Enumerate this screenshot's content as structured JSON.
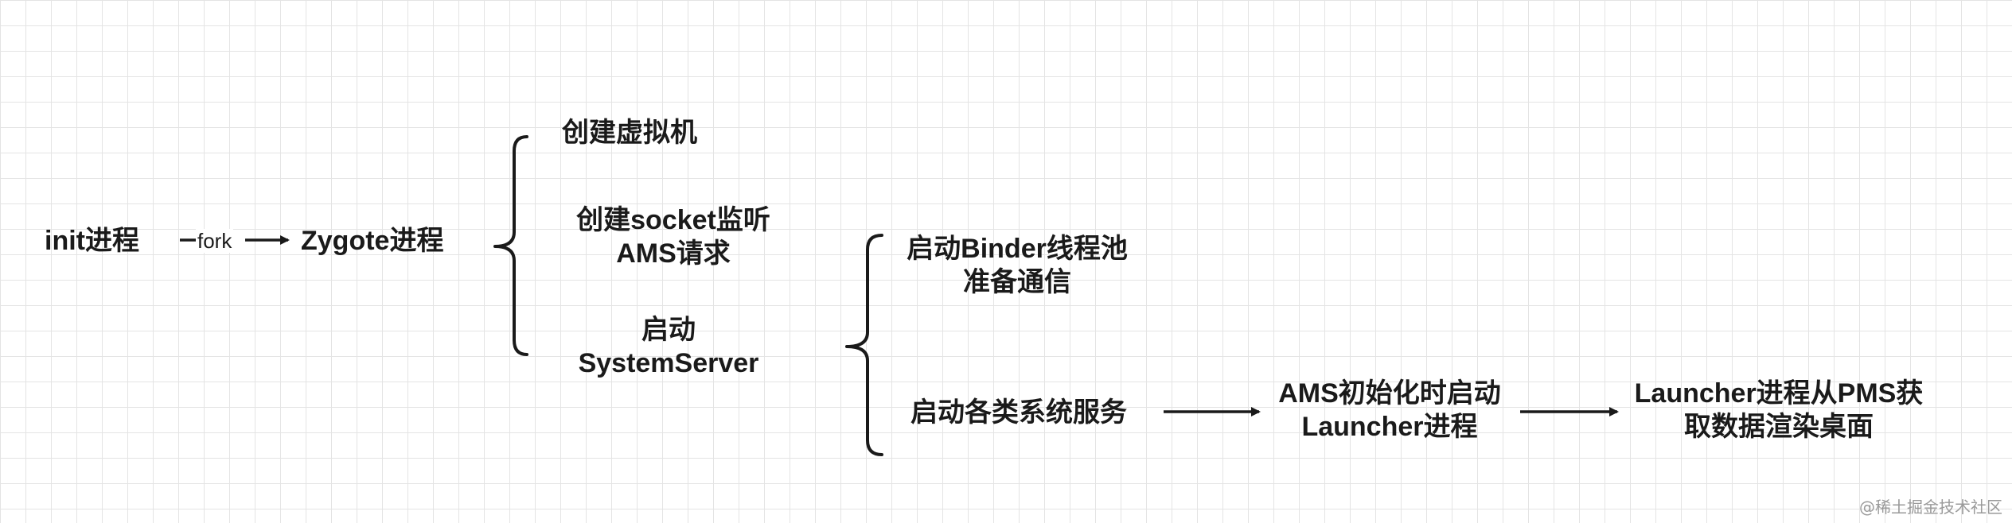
{
  "diagram": {
    "nodes": {
      "init": "init进程",
      "zygote": "Zygote进程",
      "create_vm": "创建虚拟机",
      "socket_line1": "创建socket监听",
      "socket_line2": "AMS请求",
      "system_server_line1": "启动",
      "system_server_line2": "SystemServer",
      "binder_line1": "启动Binder线程池",
      "binder_line2": "准备通信",
      "services": "启动各类系统服务",
      "ams_line1": "AMS初始化时启动",
      "ams_line2": "Launcher进程",
      "launcher_line1": "Launcher进程从PMS获",
      "launcher_line2": "取数据渲染桌面"
    },
    "edges": {
      "fork_label": "fork"
    }
  },
  "watermark": "@稀土掘金技术社区",
  "colors": {
    "background": "#ffffff",
    "grid": "#e4e4e4",
    "stroke": "#1a1a1a",
    "watermark": "#9a9a9a"
  }
}
